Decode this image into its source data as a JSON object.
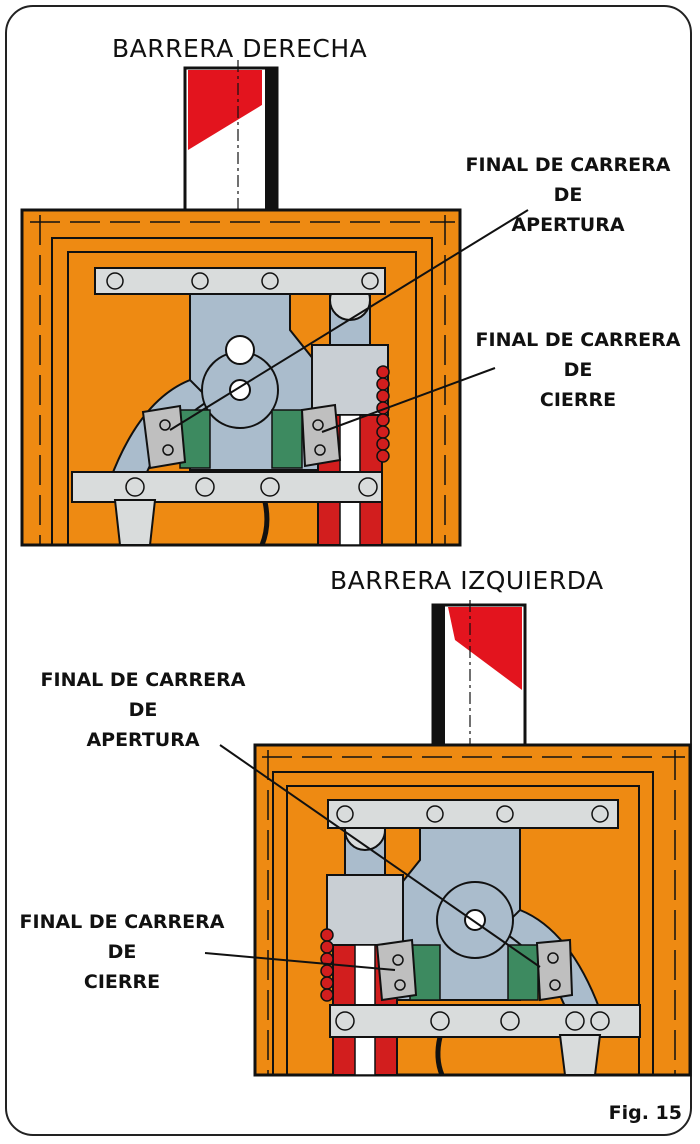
{
  "figure": {
    "top_title": "BARRERA DERECHA",
    "bottom_title": "BARRERA IZQUIERDA",
    "fig_label": "Fig. 15"
  },
  "top_callouts": {
    "opening": [
      "FINAL DE CARRERA",
      "DE",
      "APERTURA"
    ],
    "closing": [
      "FINAL DE CARRERA",
      "DE",
      "CIERRE"
    ]
  },
  "bottom_callouts": {
    "opening": [
      "FINAL DE CARRERA",
      "DE",
      "APERTURA"
    ],
    "closing": [
      "FINAL DE CARRERA",
      "DE",
      "CIERRE"
    ]
  },
  "colors": {
    "housing": "#ee8a12",
    "boom_stripe": "#e3141e",
    "bracket": "#d9dcdc",
    "mechanism": "#aabccc",
    "switch_body": "#3d8a60",
    "spring": "#d21e1e"
  }
}
